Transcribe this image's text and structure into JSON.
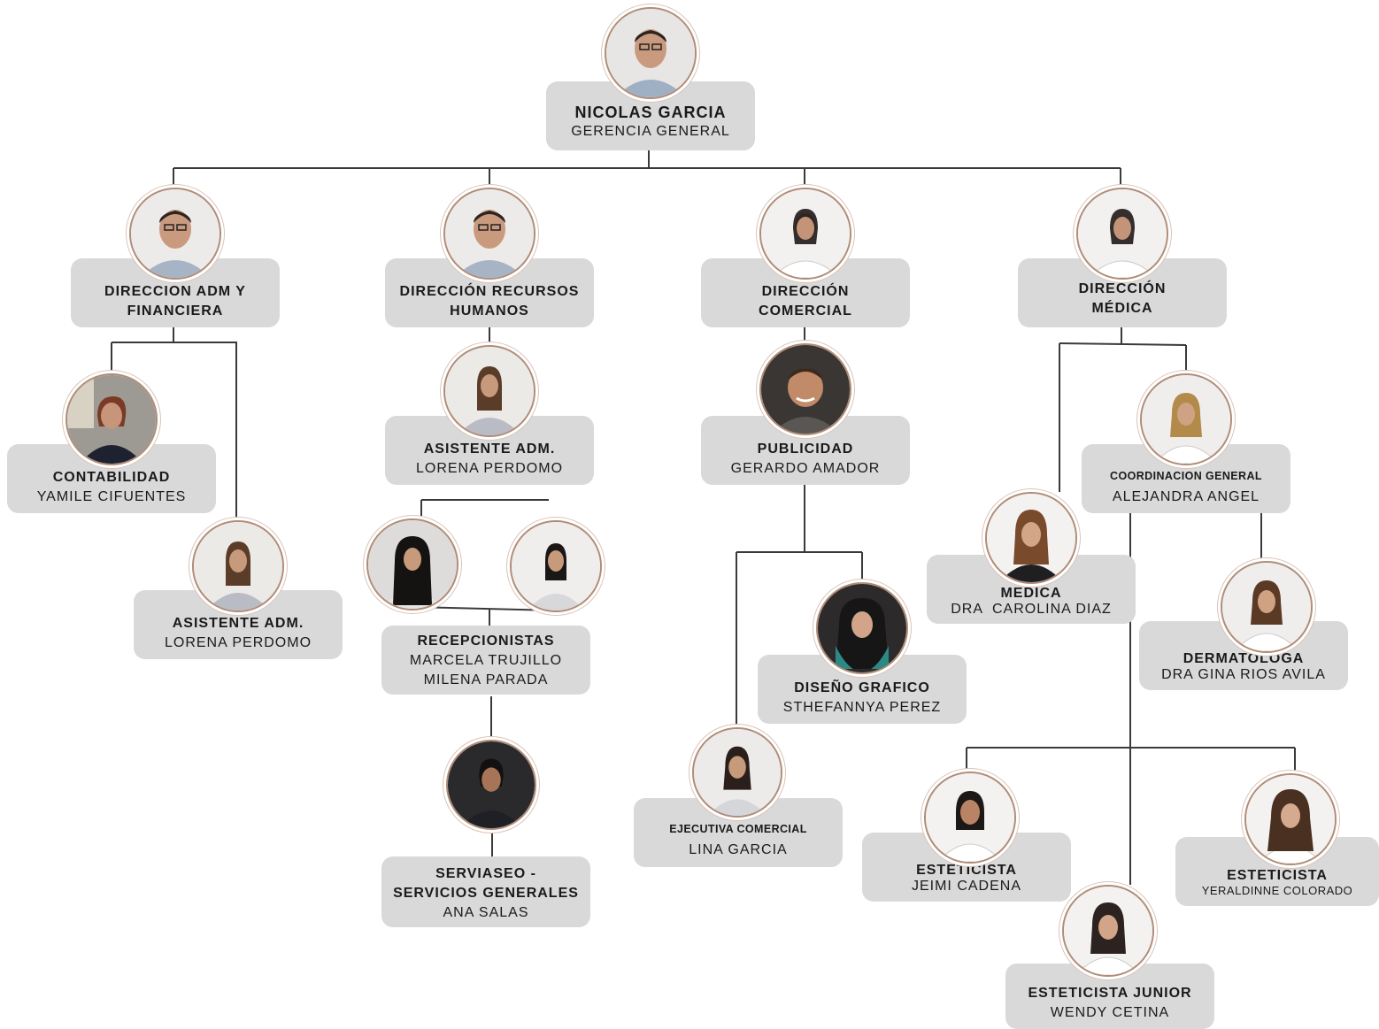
{
  "colors": {
    "box": "#d9d9d9",
    "line": "#3a3a3a",
    "ring": "#b08c78"
  },
  "nodes": {
    "ceo": {
      "title": "NICOLAS GARCIA",
      "subtitle": "GERENCIA GENERAL",
      "icon": "person-photo-icon"
    },
    "adm": {
      "title": "DIRECCION ADM Y FINANCIERA"
    },
    "rrhh": {
      "title": "DIRECCIÓN RECURSOS HUMANOS"
    },
    "comercial": {
      "title": "DIRECCIÓN COMERCIAL"
    },
    "medica": {
      "title": "DIRECCIÓN MÉDICA"
    },
    "contab": {
      "title": "CONTABILIDAD",
      "subtitle": "YAMILE CIFUENTES"
    },
    "asis_adm": {
      "title": "ASISTENTE ADM.",
      "subtitle": "LORENA PERDOMO"
    },
    "asis_rrhh": {
      "title": "ASISTENTE ADM.",
      "subtitle": "LORENA PERDOMO"
    },
    "recep": {
      "title": "RECEPCIONISTAS",
      "line1": "MARCELA TRUJILLO",
      "line2": "MILENA PARADA"
    },
    "servi": {
      "title1": "SERVIASEO -",
      "title2": "SERVICIOS GENERALES",
      "subtitle": "ANA SALAS"
    },
    "public": {
      "title": "PUBLICIDAD",
      "subtitle": "GERARDO AMADOR"
    },
    "diseno": {
      "title": "DISEÑO GRAFICO",
      "subtitle": "STHEFANNYA PEREZ"
    },
    "ejecutiva": {
      "title": "EJECUTIVA COMERCIAL",
      "subtitle": "LINA GARCIA"
    },
    "coord": {
      "title": "COORDINACION GENERAL",
      "subtitle": "ALEJANDRA ANGEL"
    },
    "medica_dr": {
      "title": "MEDICA",
      "subtitle": "DRA  CAROLINA DIAZ"
    },
    "dermato": {
      "title": "DERMATOLOGA",
      "subtitle": "DRA GINA RIOS AVILA"
    },
    "est1": {
      "title": "ESTETICISTA",
      "subtitle": "JEIMI CADENA"
    },
    "est2": {
      "title": "ESTETICISTA",
      "subtitle": "YERALDINNE COLORADO"
    },
    "est_jr": {
      "title": "ESTETICISTA JUNIOR",
      "subtitle": "WENDY CETINA"
    }
  }
}
